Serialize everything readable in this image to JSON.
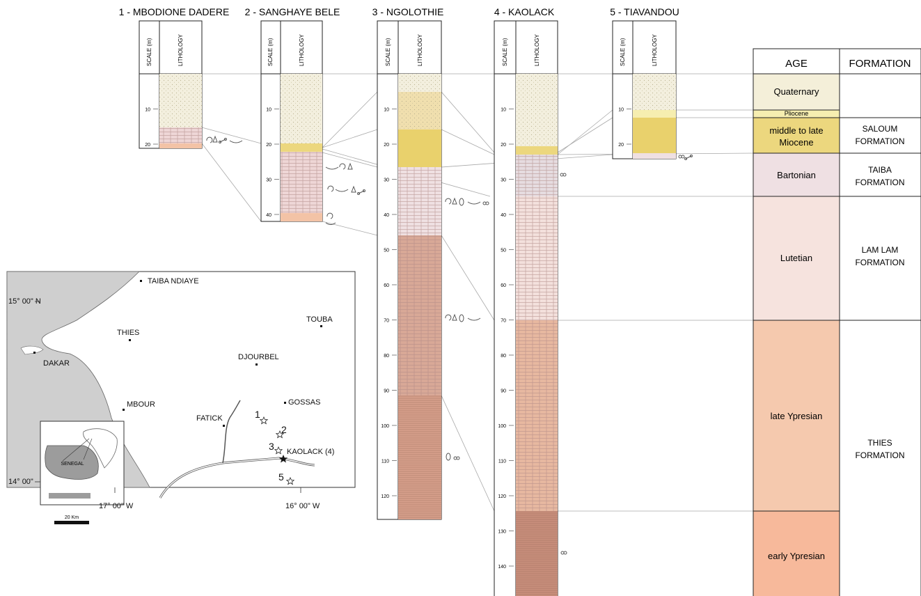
{
  "colors": {
    "quaternary": "#f4efd9",
    "pliocene": "#f6eeb0",
    "miocene": "#ecd77e",
    "bartonian": "#efe0e3",
    "lutetian": "#f6e3de",
    "late_ypresian": "#f5c9ae",
    "early_ypresian": "#f7b99b",
    "col_quaternary": "#f3efde",
    "col_yellow": "#e9d16c",
    "col_pink_light": "#efe0e2",
    "col_pink": "#eed6d6",
    "col_brown": "#d8a897",
    "col_orange": "#f3c3a6",
    "map_land": "#ffffff",
    "map_sea": "#cfcfcf",
    "map_inset_land": "#9c9c9c"
  },
  "header_labels": {
    "scale": "SCALE (m)",
    "lithology": "LITHOLOGY"
  },
  "columns": [
    {
      "id": 1,
      "title": "1 - MBODIONE DADERE",
      "ticks": [
        "10",
        "20"
      ]
    },
    {
      "id": 2,
      "title": "2 - SANGHAYE BELE",
      "ticks": [
        "10",
        "20",
        "30",
        "40"
      ]
    },
    {
      "id": 3,
      "title": "3 - NGOLOTHIE",
      "ticks": [
        "10",
        "20",
        "30",
        "40",
        "50",
        "60",
        "70",
        "80",
        "90",
        "100",
        "110",
        "120"
      ]
    },
    {
      "id": 4,
      "title": "4 - KAOLACK",
      "ticks": [
        "10",
        "20",
        "30",
        "40",
        "50",
        "60",
        "70",
        "80",
        "90",
        "100",
        "110",
        "120",
        "130",
        "140"
      ]
    },
    {
      "id": 5,
      "title": "5 - TIAVANDOU",
      "ticks": [
        "10",
        "20"
      ]
    }
  ],
  "age_table": {
    "header": {
      "age": "AGE",
      "formation": "FORMATION"
    },
    "ages": [
      {
        "key": "quaternary",
        "label": "Quaternary"
      },
      {
        "key": "pliocene",
        "label": "Pliocene"
      },
      {
        "key": "miocene",
        "label": "middle to late Miocene"
      },
      {
        "key": "bartonian",
        "label": "Bartonian"
      },
      {
        "key": "lutetian",
        "label": "Lutetian"
      },
      {
        "key": "late_ypresian",
        "label": "late Ypresian"
      },
      {
        "key": "early_ypresian",
        "label": "early Ypresian"
      }
    ],
    "formations": [
      {
        "key": "saloum",
        "label": "SALOUM FORMATION"
      },
      {
        "key": "taiba",
        "label": "TAIBA FORMATION"
      },
      {
        "key": "lamlam",
        "label": "LAM LAM FORMATION"
      },
      {
        "key": "thies",
        "label": "THIES FORMATION"
      }
    ]
  },
  "map": {
    "towns": [
      {
        "key": "taiba",
        "label": "TAIBA NDIAYE"
      },
      {
        "key": "thies",
        "label": "THIES"
      },
      {
        "key": "dakar",
        "label": "DAKAR"
      },
      {
        "key": "mbour",
        "label": "MBOUR"
      },
      {
        "key": "touba",
        "label": "TOUBA"
      },
      {
        "key": "djourbel",
        "label": "DJOURBEL"
      },
      {
        "key": "gossas",
        "label": "GOSSAS"
      },
      {
        "key": "fatick",
        "label": "FATICK"
      },
      {
        "key": "kaolack",
        "label": "KAOLACK (4)"
      }
    ],
    "sites": [
      {
        "key": "s1",
        "label": "1"
      },
      {
        "key": "s2",
        "label": "2"
      },
      {
        "key": "s3",
        "label": "3"
      },
      {
        "key": "s5",
        "label": "5"
      }
    ],
    "lat_labels": [
      "15° 00\" N",
      "14° 00\""
    ],
    "lon_labels": [
      "17° 00\" W",
      "16° 00\" W"
    ],
    "scale_bar": "20 Km",
    "inset_country": "SENEGAL"
  }
}
